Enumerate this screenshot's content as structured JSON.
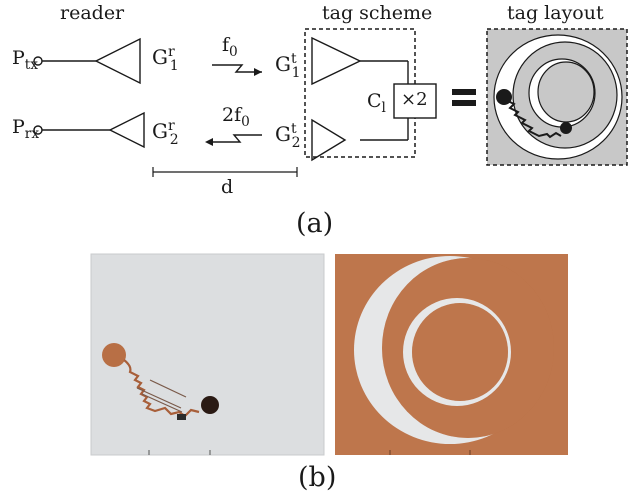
{
  "headers": {
    "reader": "reader",
    "tag_scheme": "tag scheme",
    "tag_layout": "tag layout"
  },
  "labels": {
    "ptx_main": "P",
    "ptx_sub": "tx",
    "prx_main": "P",
    "prx_sub": "rx",
    "g1r_main": "G",
    "g1r_sup": "r",
    "g1r_sub": "1",
    "g2r_main": "G",
    "g2r_sup": "r",
    "g2r_sub": "2",
    "g1t_main": "G",
    "g1t_sup": "t",
    "g1t_sub": "1",
    "g2t_main": "G",
    "g2t_sup": "t",
    "g2t_sub": "2",
    "f0_main": "f",
    "f0_sub": "0",
    "f2_main": "2f",
    "f2_sub": "0",
    "c1_main": "C",
    "c1_sub": "l",
    "multiplier": "×2",
    "distance": "d"
  },
  "captions": {
    "a": "(a)",
    "b": "(b)"
  },
  "colors": {
    "ink": "#1a1a1a",
    "layout_bg": "#c8c8c8",
    "substrate": "#dcdee0",
    "copper": "#b86f45",
    "copper_dark": "#8c4a2b",
    "cut_white": "#e6e7e8"
  }
}
